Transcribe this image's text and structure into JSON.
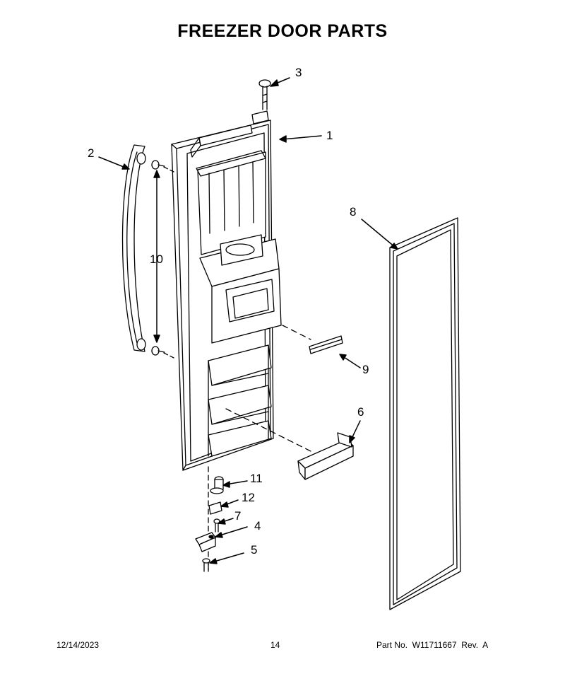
{
  "title": "FREEZER DOOR PARTS",
  "callouts": {
    "c1": "1",
    "c2": "2",
    "c3": "3",
    "c4": "4",
    "c5": "5",
    "c6": "6",
    "c7": "7",
    "c8": "8",
    "c9": "9",
    "c10": "10",
    "c11": "11",
    "c12": "12"
  },
  "footer": {
    "date": "12/14/2023",
    "page": "14",
    "part": "Part No.  W11711667  Rev.  A"
  }
}
